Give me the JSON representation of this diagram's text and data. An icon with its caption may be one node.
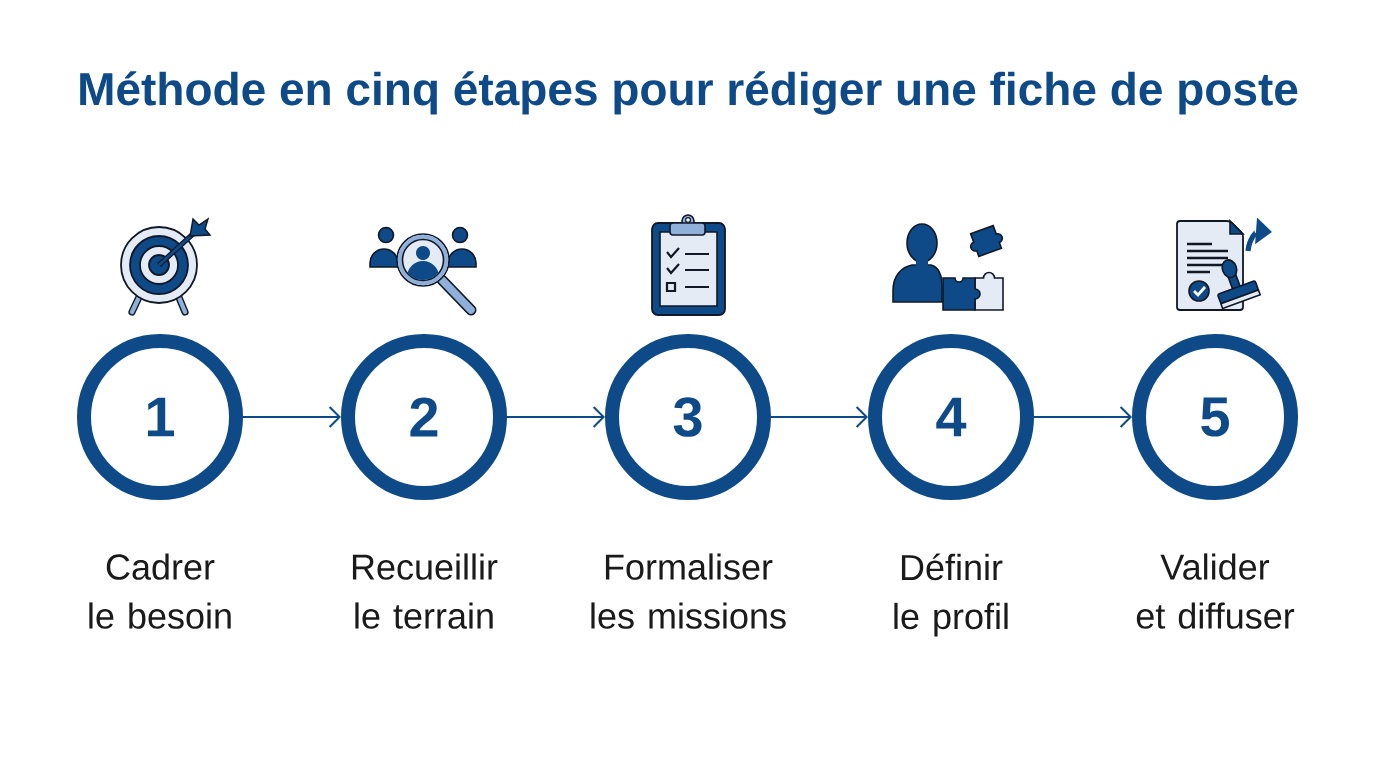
{
  "diagram": {
    "title": "Méthode en cinq étapes pour rédiger une fiche de poste",
    "nodes": [
      {
        "text": [
          "1"
        ],
        "beside": [
          "Cadrer le besoin"
        ]
      },
      {
        "text": [
          "2"
        ],
        "beside": [
          "Recueillir le terrain"
        ]
      },
      {
        "text": [
          "3"
        ],
        "beside": [
          "Formaliser les missions"
        ]
      },
      {
        "text": [
          "4"
        ],
        "beside": [
          "Définir le profil"
        ]
      },
      {
        "text": [
          "5"
        ],
        "beside": [
          "Valider et diffuser"
        ]
      }
    ],
    "edges": [
      {
        "from": 0,
        "to": 1,
        "arrow": "to"
      },
      {
        "from": 1,
        "to": 2,
        "arrow": "to"
      },
      {
        "from": 2,
        "to": 3,
        "arrow": "to"
      },
      {
        "from": 3,
        "to": 4,
        "arrow": "to"
      }
    ]
  }
}
